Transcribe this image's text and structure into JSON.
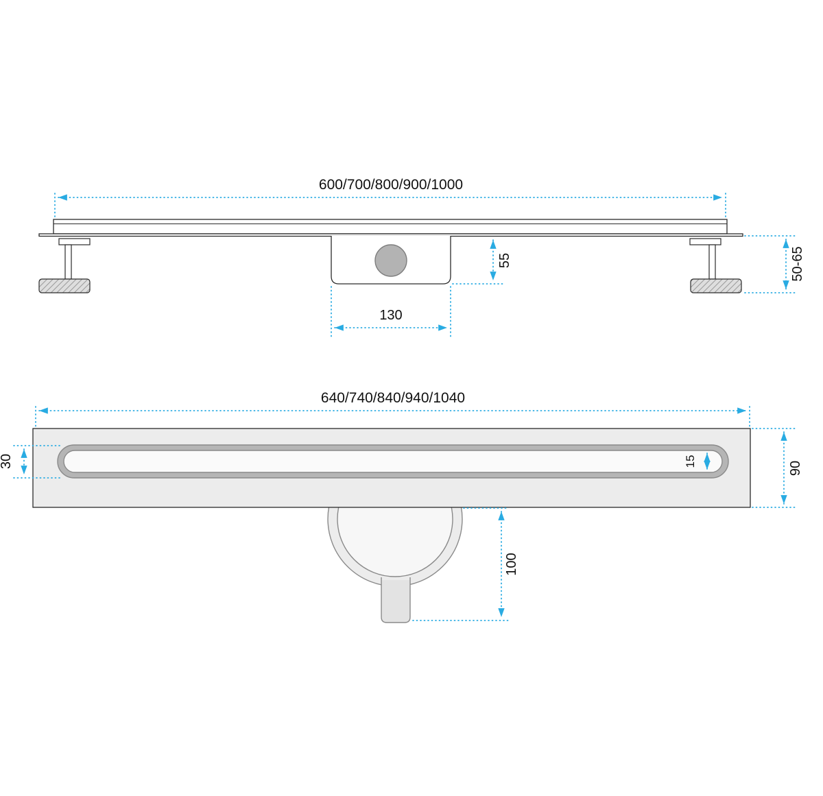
{
  "diagram": {
    "type": "technical-drawing",
    "subject": "linear shower drain dimensional diagram",
    "views": [
      "side-elevation",
      "plan-view"
    ]
  },
  "colors": {
    "dimension_blue": "#29abe2",
    "outline_dark": "#222222",
    "metal_gray": "#b3b3b3",
    "fill_light": "#ececec",
    "hatch_gray": "#9a9a9a"
  },
  "side_view": {
    "channel_length_label": "600/700/800/900/1000",
    "trap_height_label": "55",
    "trap_length_label": "130",
    "foot_height_label": "50-65"
  },
  "plan_view": {
    "flange_length_label": "640/740/840/940/1040",
    "channel_width_label": "30",
    "slot_width_label": "15",
    "flange_width_label": "90",
    "outlet_offset_label": "100"
  }
}
